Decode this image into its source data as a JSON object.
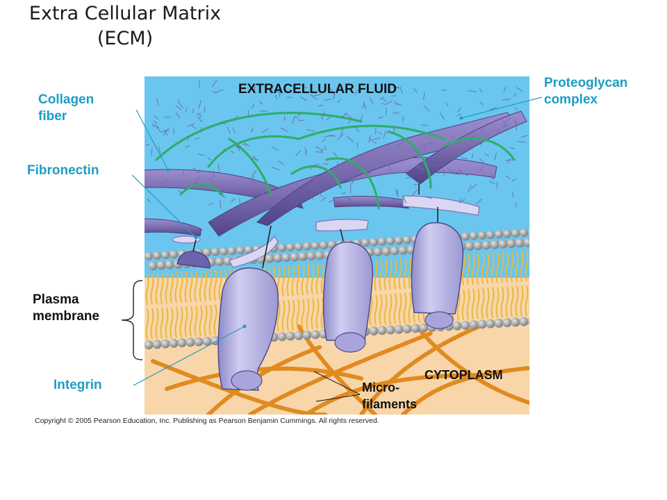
{
  "title": {
    "line1": "Extra Cellular Matrix",
    "line2": "(ECM)"
  },
  "regions": {
    "extracellular": "EXTRACELLULAR FLUID",
    "cytoplasm": "CYTOPLASM"
  },
  "labels": {
    "collagen_1": "Collagen",
    "collagen_2": "fiber",
    "fibronectin": "Fibronectin",
    "plasma_1": "Plasma",
    "plasma_2": "membrane",
    "integrin": "Integrin",
    "micro_1": "Micro-",
    "micro_2": "filaments",
    "proteo_1": "Proteoglycan",
    "proteo_2": "complex"
  },
  "copyright": "Copyright © 2005 Pearson Education, Inc. Publishing as Pearson Benjamin Cummings. All rights reserved.",
  "colors": {
    "fluid": "#6ac6ee",
    "cytoplasm": "#f8d6a9",
    "collagen": "#7b6cb0",
    "proteoglycan": "#2fae6a",
    "integrin": "#c9c7ec",
    "phospholipid_head": "#9a9a9a",
    "lipid_tail": "#e8b840",
    "microfilament": "#e08a20",
    "label_blue": "#1b9ec4"
  }
}
